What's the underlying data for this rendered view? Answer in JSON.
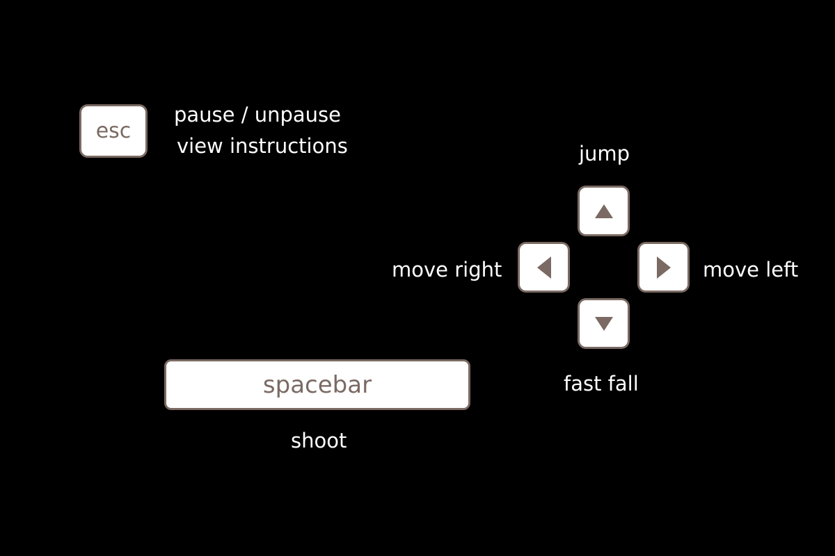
{
  "colors": {
    "background": "#000000",
    "key_fill": "#ffffff",
    "key_accent": "#7a6a63",
    "label_text": "#ffffff"
  },
  "esc_control": {
    "key_label": "esc",
    "line1": "pause  / unpause",
    "line2": "view instructions"
  },
  "arrow_controls": {
    "up": {
      "icon": "triangle-up-icon",
      "label": "jump"
    },
    "left": {
      "icon": "triangle-left-icon",
      "label": "move right"
    },
    "right": {
      "icon": "triangle-right-icon",
      "label": "move left"
    },
    "down": {
      "icon": "triangle-down-icon",
      "label": "fast fall"
    }
  },
  "spacebar_control": {
    "key_label": "spacebar",
    "action_label": "shoot"
  }
}
